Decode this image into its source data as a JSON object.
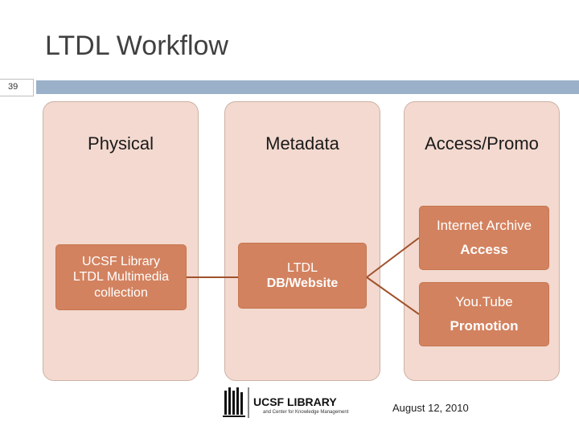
{
  "slide": {
    "title": "LTDL Workflow",
    "number": "39",
    "date": "August  12, 2010"
  },
  "columns": [
    {
      "label": "Physical"
    },
    {
      "label": "Metadata"
    },
    {
      "label": "Access/Promo"
    }
  ],
  "nodes": {
    "collection": {
      "line1": "UCSF Library",
      "line2": "LTDL Multimedia",
      "line3": "collection"
    },
    "database": {
      "line1": "LTDL",
      "line2": "DB/Website"
    },
    "archive": {
      "line1": "Internet Archive",
      "line2": "Access"
    },
    "youtube": {
      "line1": "You.Tube",
      "line2": "Promotion"
    }
  },
  "logo": {
    "name": "UCSF LIBRARY",
    "tagline": "and Center for Knowledge Management"
  },
  "colors": {
    "node_fill": "#d3825f",
    "column_fill": "#f3d9cf",
    "connector": "#a0522d",
    "accent_bar": "#9ab1c9"
  }
}
